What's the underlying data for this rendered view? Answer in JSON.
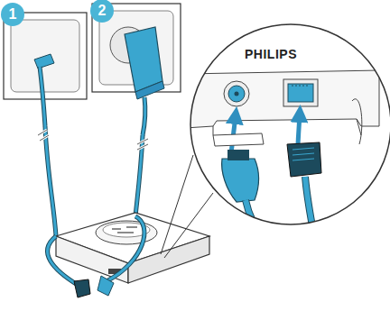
{
  "diagram": {
    "labels": [
      "1",
      "2",
      "PHILIPS"
    ]
  }
}
